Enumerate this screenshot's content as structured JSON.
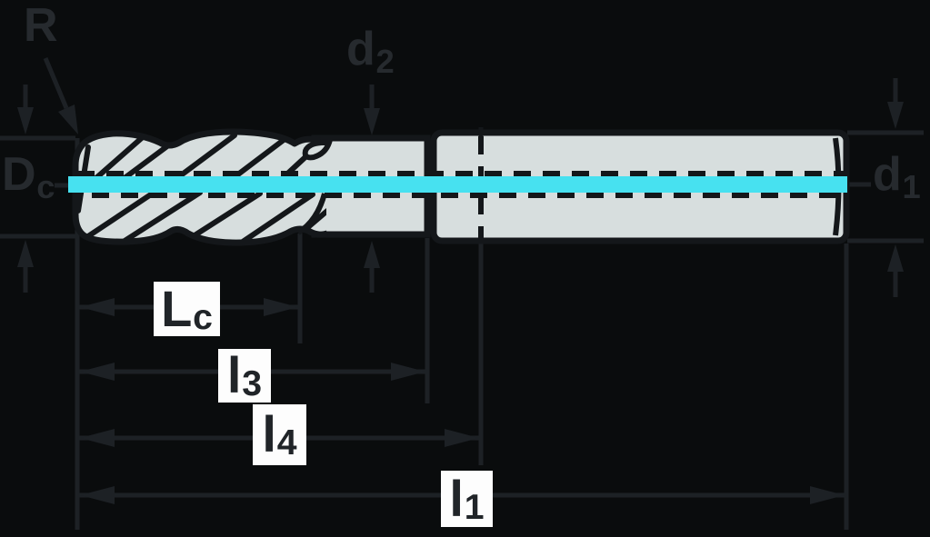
{
  "diagram_title": "end-mill-dimension-diagram",
  "labels": {
    "corner_radius": {
      "text": "R",
      "sub": ""
    },
    "neck_diameter": {
      "text": "d",
      "sub": "2"
    },
    "cutting_diameter": {
      "text": "D",
      "sub": "c"
    },
    "shank_diameter": {
      "text": "d",
      "sub": "1"
    },
    "flute_length": {
      "text": "L",
      "sub": "c"
    },
    "length_l3": {
      "text": "l",
      "sub": "3"
    },
    "length_l4": {
      "text": "l",
      "sub": "4"
    },
    "overall_length": {
      "text": "l",
      "sub": "1"
    }
  },
  "colors": {
    "bg": "#0a0c0d",
    "line": "#1d2125",
    "outline": "#14171a",
    "body": "#d7dede",
    "accent": "#47e1f0",
    "box": "#fdfdfd",
    "box_text": "#202428",
    "ghost_text": "#262a2e"
  }
}
